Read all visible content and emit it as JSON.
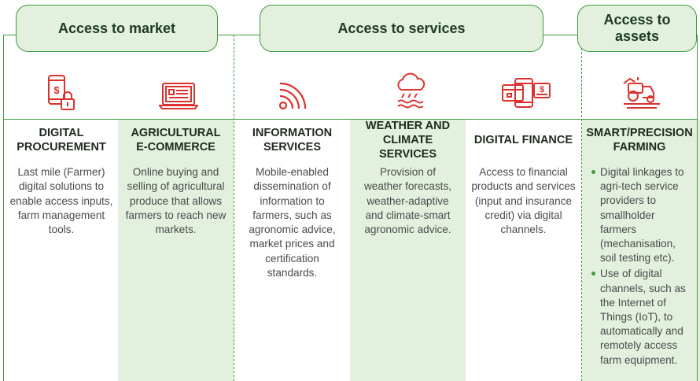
{
  "headers": {
    "market": "Access to market",
    "services": "Access to services",
    "assets": "Access to assets"
  },
  "columns": [
    {
      "title": "DIGITAL PROCUREMENT",
      "icon": "mobile-lock-icon",
      "text": "Last mile (Farmer) digital solutions to enable access inputs, farm management tools."
    },
    {
      "title": "AGRICULTURAL E-COMMERCE",
      "icon": "laptop-icon",
      "text": "Online buying and selling of agricultural produce that allows farmers to reach new markets."
    },
    {
      "title": "INFORMATION SERVICES",
      "icon": "wifi-signal-icon",
      "text": "Mobile-enabled dissemination of information to farmers, such as agronomic advice, market prices and certification standards."
    },
    {
      "title": "WEATHER AND CLIMATE SERVICES",
      "icon": "rain-cloud-icon",
      "text": "Provision of weather forecasts, weather-adaptive and climate-smart agronomic advice."
    },
    {
      "title": "DIGITAL FINANCE",
      "icon": "mobile-money-icon",
      "text": "Access to financial products and services (input and insurance credit) via digital channels."
    },
    {
      "title": "SMART/PRECISION FARMING",
      "icon": "tractor-icon",
      "bullets": [
        "Digital linkages to agri-tech service providers to smallholder farmers (mechanisation, soil testing etc).",
        "Use of digital channels, such as the Internet of Things (IoT), to automatically and remotely access farm equipment."
      ]
    }
  ],
  "colors": {
    "green": "#3f9a3f",
    "shade": "#e3f0de",
    "icon_red": "#d9322f"
  }
}
